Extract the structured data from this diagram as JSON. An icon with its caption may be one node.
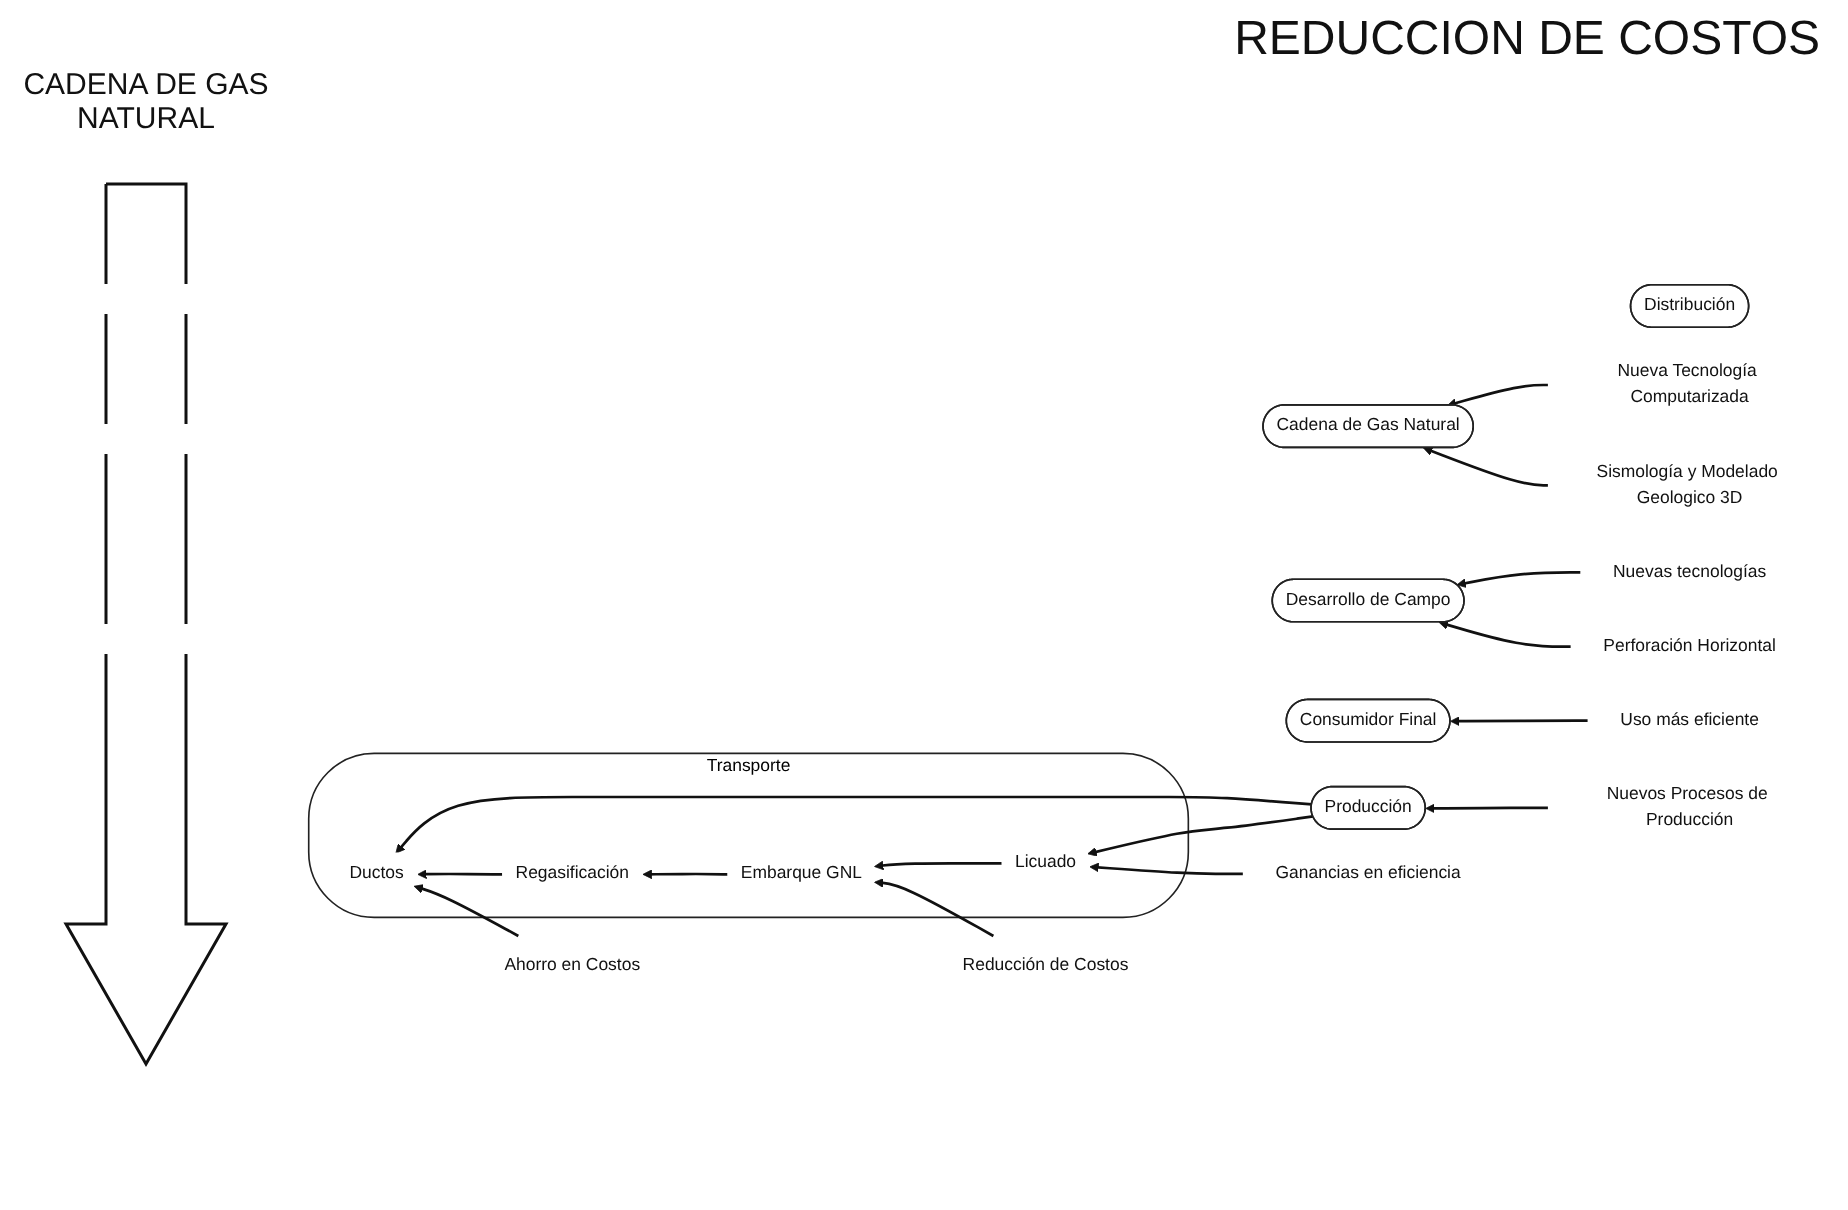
{
  "diagram": {
    "title": "REDUCCION DE COSTOS",
    "nodes": [
      {
        "text": [
          "Cadena de Gas Natural"
        ]
      },
      {
        "text": [
          "Desarrollo de Campo"
        ]
      },
      {
        "text": [
          "Producción"
        ]
      },
      {
        "text": [
          "Transporte"
        ]
      },
      {
        "text": [
          "Licuado"
        ],
        "in": 3
      },
      {
        "text": [
          "Embarque GNL"
        ],
        "in": 3
      },
      {
        "text": [
          "Regasificación"
        ],
        "in": 3
      },
      {
        "text": [
          "Ductos"
        ],
        "in": 3
      },
      {
        "text": [
          "Distribución"
        ]
      },
      {
        "text": [
          "Consumidor Final"
        ]
      },
      {
        "text": [
          "Sismología y Modelado Geologico 3D"
        ]
      },
      {
        "text": [
          "Nueva Tecnología Computarizada"
        ]
      },
      {
        "text": [
          "Perforación Horizontal"
        ]
      },
      {
        "text": [
          "Nuevas tecnologías"
        ]
      },
      {
        "text": [
          "Nuevos Procesos de Producción"
        ]
      },
      {
        "text": [
          "Ganancias en eficiencia"
        ]
      },
      {
        "text": [
          "Reducción de Costos"
        ]
      },
      {
        "text": [
          "Ahorro en Costos"
        ]
      },
      {
        "text": [
          "Uso más eficiente"
        ]
      }
    ],
    "edges": [
      {
        "from": 10,
        "to": 0,
        "arrow": "to"
      },
      {
        "from": 11,
        "to": 0,
        "arrow": "to"
      },
      {
        "from": 12,
        "to": 1,
        "arrow": "to"
      },
      {
        "from": 13,
        "to": 1,
        "arrow": "to"
      },
      {
        "from": 14,
        "to": 2,
        "arrow": "to"
      },
      {
        "from": 2,
        "to": 4,
        "arrow": "to"
      },
      {
        "from": 4,
        "to": 5,
        "arrow": "to"
      },
      {
        "from": 5,
        "to": 6,
        "arrow": "to"
      },
      {
        "from": 6,
        "to": 7,
        "arrow": "to"
      },
      {
        "from": 2,
        "to": 7,
        "arrow": "to"
      },
      {
        "from": 15,
        "to": 4,
        "arrow": "to"
      },
      {
        "from": 16,
        "to": 5,
        "arrow": "to"
      },
      {
        "from": 17,
        "to": 7,
        "arrow": "to"
      },
      {
        "from": 18,
        "to": 9,
        "arrow": "to"
      }
    ],
    "labels": [
      "CADENA DE GAS NATURAL"
    ]
  }
}
